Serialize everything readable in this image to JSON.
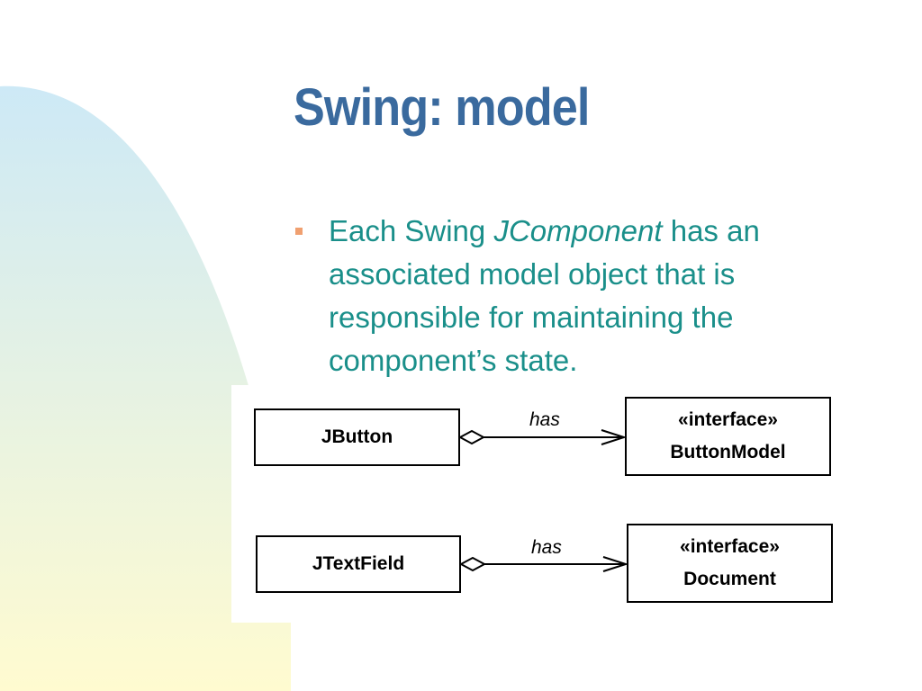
{
  "slide": {
    "title": "Swing: model",
    "bullet": {
      "text_before": "Each Swing ",
      "text_italic": "JComponent",
      "text_after": " has an associated model object that is responsible for maintaining the component’s state."
    }
  },
  "diagram": {
    "rows": [
      {
        "source": "JButton",
        "relation": "has",
        "target_stereotype": "«interface»",
        "target_name": "ButtonModel"
      },
      {
        "source": "JTextField",
        "relation": "has",
        "target_stereotype": "«interface»",
        "target_name": "Document"
      }
    ]
  },
  "colors": {
    "title": "#3a6a9e",
    "bullet_text": "#1a8f8a",
    "bullet_marker": "#f0a070",
    "background_top": "#cde9f6",
    "background_bottom": "#fffbd0"
  }
}
